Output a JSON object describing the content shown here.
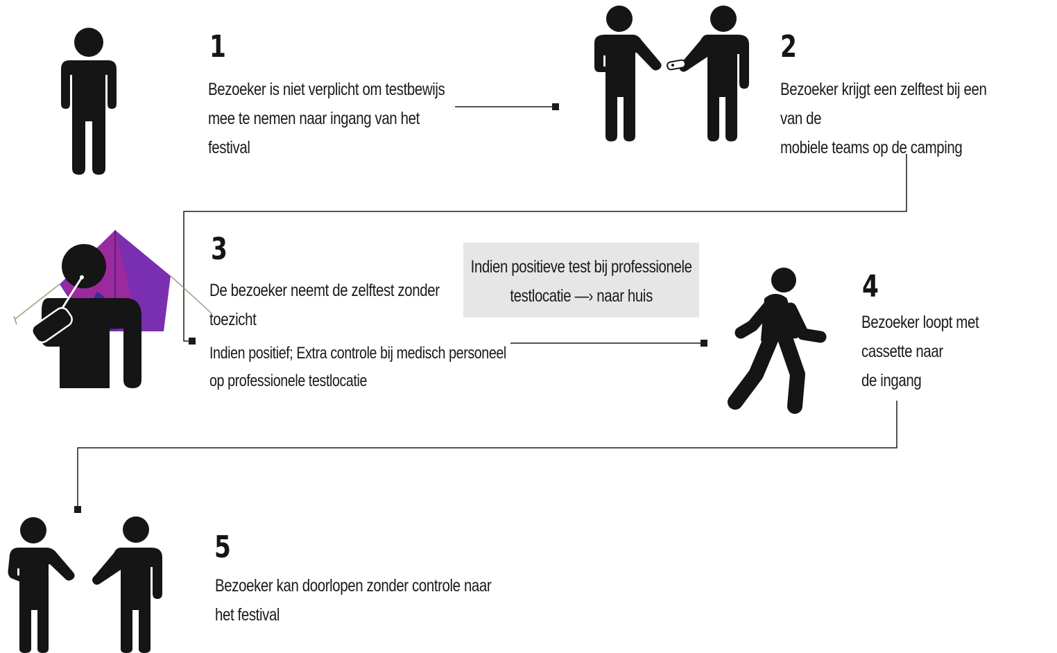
{
  "steps": [
    {
      "number": "1",
      "lines": [
        "Bezoeker is niet verplicht om testbewijs",
        "mee te nemen naar ingang van het",
        "festival"
      ]
    },
    {
      "number": "2",
      "lines": [
        "Bezoeker krijgt een zelftest bij een van de",
        "mobiele teams op de camping"
      ]
    },
    {
      "number": "3",
      "lines": [
        "De bezoeker neemt de zelftest zonder",
        "toezicht"
      ],
      "extra_lines": [
        "Indien positief; Extra controle bij medisch personeel",
        "op professionele testlocatie"
      ]
    },
    {
      "number": "4",
      "lines": [
        "Bezoeker loopt met cassette naar",
        "de ingang"
      ]
    },
    {
      "number": "5",
      "lines": [
        "Bezoeker kan doorlopen  zonder controle naar",
        "het festival"
      ]
    }
  ],
  "note": {
    "lines": [
      "Indien positieve test bij professionele",
      "testlocatie —› naar huis"
    ]
  },
  "icons": {
    "step1": "standing-person-icon",
    "step2": "handing-over-test-icon",
    "step3": "person-in-tent-icon",
    "step4": "walking-person-icon",
    "step5": "two-people-handshake-icon"
  },
  "colors": {
    "figure": "#151515",
    "tent_purple": "#7a2fb0",
    "tent_magenta": "#9b2a9e",
    "tent_blue": "#3a2a9a",
    "note_background": "#e6e6e6",
    "connector": "#1a1a1a"
  }
}
